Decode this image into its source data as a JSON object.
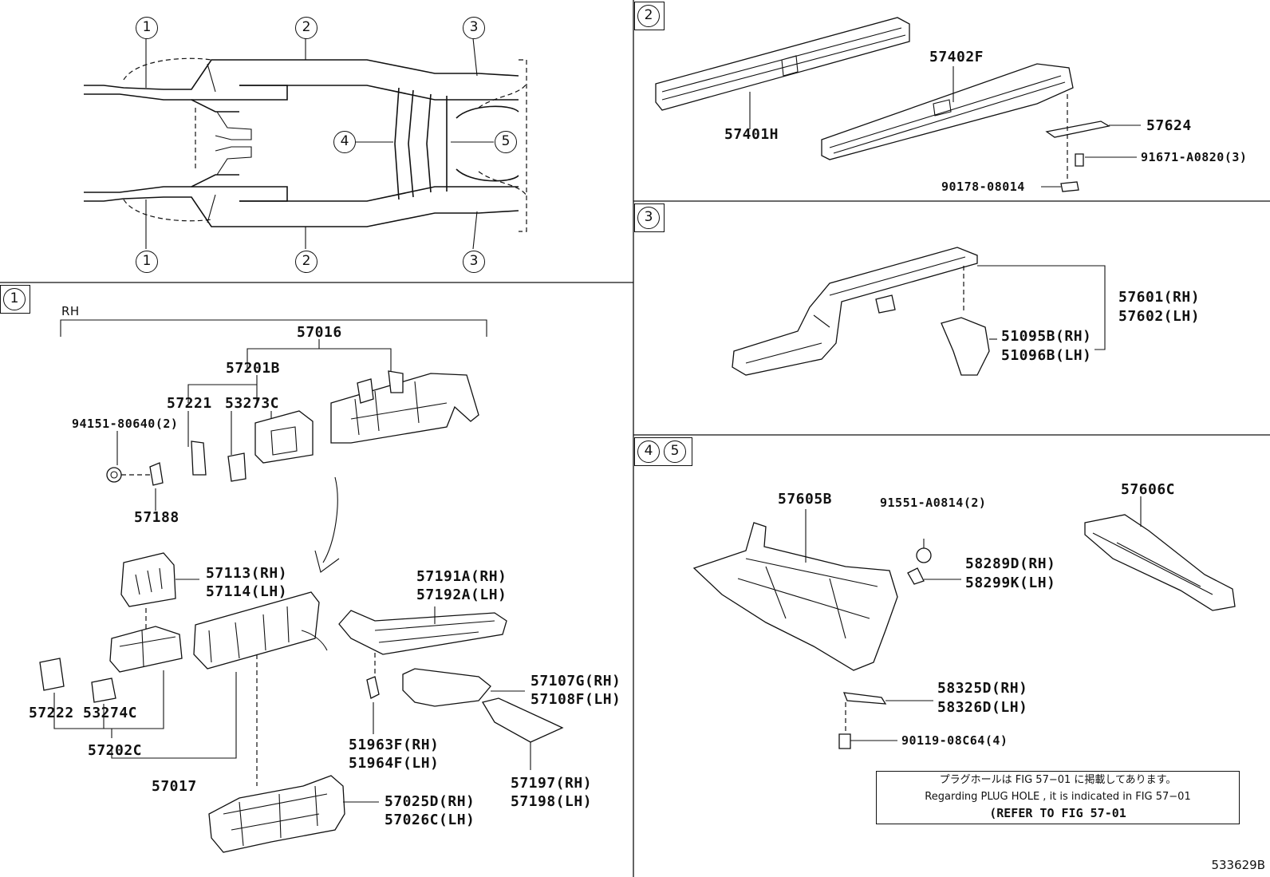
{
  "overview": {
    "markers": [
      "1",
      "2",
      "3",
      "4",
      "5"
    ]
  },
  "sections": {
    "s1": {
      "marker": "1",
      "side": "RH",
      "parts": {
        "p57016": "57016",
        "p57201B": "57201B",
        "p57221": "57221",
        "p53273C": "53273C",
        "p94151": "94151-80640(2)",
        "p57188": "57188",
        "p57113": "57113(RH)",
        "p57114": "57114(LH)",
        "p57191A": "57191A(RH)",
        "p57192A": "57192A(LH)",
        "p57107G": "57107G(RH)",
        "p57108F": "57108F(LH)",
        "p57222": "57222",
        "p53274C": "53274C",
        "p57202C": "57202C",
        "p57017": "57017",
        "p51963F": "51963F(RH)",
        "p51964F": "51964F(LH)",
        "p57197": "57197(RH)",
        "p57198": "57198(LH)",
        "p57025D": "57025D(RH)",
        "p57026C": "57026C(LH)"
      }
    },
    "s2": {
      "marker": "2",
      "parts": {
        "p57402F": "57402F",
        "p57401H": "57401H",
        "p57624": "57624",
        "p91671": "91671-A0820(3)",
        "p90178": "90178-08014"
      }
    },
    "s3": {
      "marker": "3",
      "parts": {
        "p57601": "57601(RH)",
        "p57602": "57602(LH)",
        "p51095B": "51095B(RH)",
        "p51096B": "51096B(LH)"
      }
    },
    "s45": {
      "marker_a": "4",
      "marker_b": "5",
      "parts": {
        "p57605B": "57605B",
        "p91551": "91551-A0814(2)",
        "p57606C": "57606C",
        "p58289D": "58289D(RH)",
        "p58299K": "58299K(LH)",
        "p58325D": "58325D(RH)",
        "p58326D": "58326D(LH)",
        "p90119": "90119-08C64(4)"
      }
    }
  },
  "note": {
    "line_jp": "プラグホールは FIG 57−01 に掲載してあります。",
    "line_en": "Regarding  PLUG  HOLE , it is indicated in FIG  57−01",
    "line_ref": "(REFER TO FIG 57-01"
  },
  "figure_id": "533629B"
}
